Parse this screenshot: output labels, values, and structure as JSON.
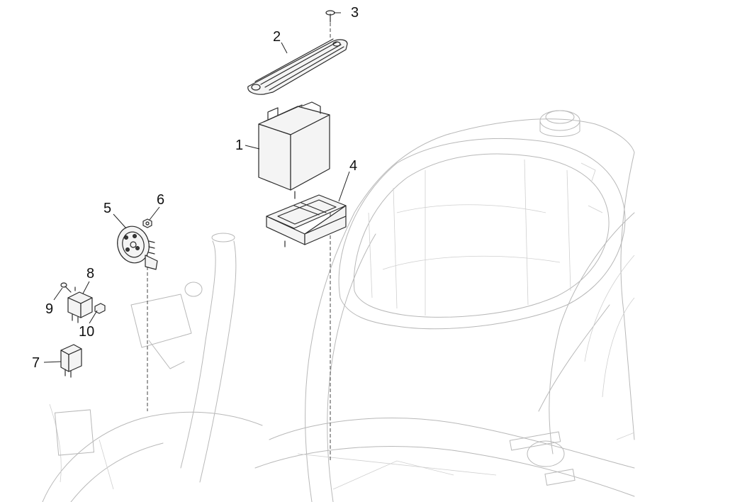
{
  "diagram": {
    "callouts": [
      {
        "id": "1",
        "label": "1"
      },
      {
        "id": "2",
        "label": "2"
      },
      {
        "id": "3",
        "label": "3"
      },
      {
        "id": "4",
        "label": "4"
      },
      {
        "id": "5",
        "label": "5"
      },
      {
        "id": "6",
        "label": "6"
      },
      {
        "id": "7",
        "label": "7"
      },
      {
        "id": "8",
        "label": "8"
      },
      {
        "id": "9",
        "label": "9"
      },
      {
        "id": "10",
        "label": "10"
      }
    ],
    "colors": {
      "background": "#ffffff",
      "line": "#2a2a2a",
      "ghost": "#b8b8b8"
    }
  }
}
